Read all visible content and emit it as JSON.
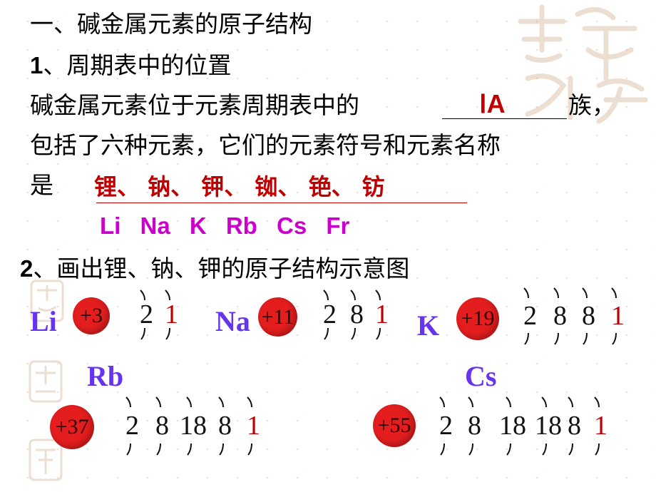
{
  "heading": "一、碱金属元素的原子结构",
  "section1": {
    "num": "1",
    "title": "、周期表中的位置"
  },
  "para": {
    "line1_before": "碱金属元素位于元素周期表中的",
    "blank_answer": "ⅠA",
    "line1_after": "族，",
    "line2": "包括了六种元素，它们的元素符号和元素名称",
    "line3": "是",
    "element_names": "锂、 钠、 钾、 铷、 铯、 钫",
    "element_symbols": "Li   Na   K    Rb   Cs   Fr"
  },
  "section2": {
    "num": "2",
    "title": "、画出锂、钠、钾的原子结构示意图"
  },
  "atoms": [
    {
      "symbol": "Li",
      "nucleus": "+3",
      "shells": [
        "2",
        "1"
      ]
    },
    {
      "symbol": "Na",
      "nucleus": "+11",
      "shells": [
        "2",
        "8",
        "1"
      ]
    },
    {
      "symbol": "K",
      "nucleus": "+19",
      "shells": [
        "2",
        "8",
        "8",
        "1"
      ]
    },
    {
      "symbol": "Rb",
      "nucleus": "+37",
      "shells": [
        "2",
        "8",
        "18",
        "8",
        "1"
      ]
    },
    {
      "symbol": "Cs",
      "nucleus": "+55",
      "shells": [
        "2",
        "8",
        "18",
        "18",
        "8",
        "1"
      ]
    }
  ],
  "colors": {
    "red": "#c00000",
    "purple": "#6633ee",
    "magenta": "#cc00cc",
    "nucleus": "#e41e1e"
  },
  "decoration": {
    "seal_text": "吉祥如意"
  }
}
